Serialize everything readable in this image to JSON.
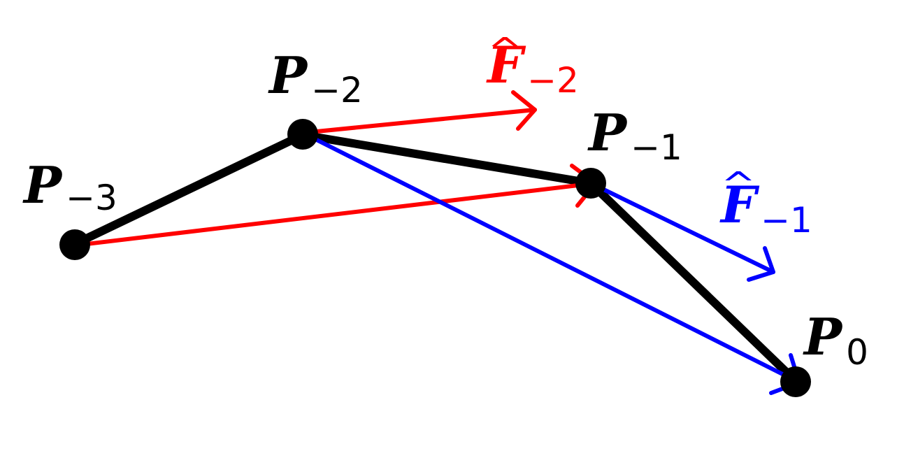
{
  "colors": {
    "polyline": "#000000",
    "red": "#ff0000",
    "blue": "#0000ff"
  },
  "labels": {
    "p_minus_3": {
      "main": "P",
      "sub": "−3"
    },
    "p_minus_2": {
      "main": "P",
      "sub": "−2"
    },
    "p_minus_1": {
      "main": "P",
      "sub": "−1"
    },
    "p_0": {
      "main": "P",
      "sub": "0"
    },
    "f_minus_2": {
      "main": "F",
      "sub": "−2",
      "hat": "^"
    },
    "f_minus_1": {
      "main": "F",
      "sub": "−1",
      "hat": "^"
    }
  }
}
